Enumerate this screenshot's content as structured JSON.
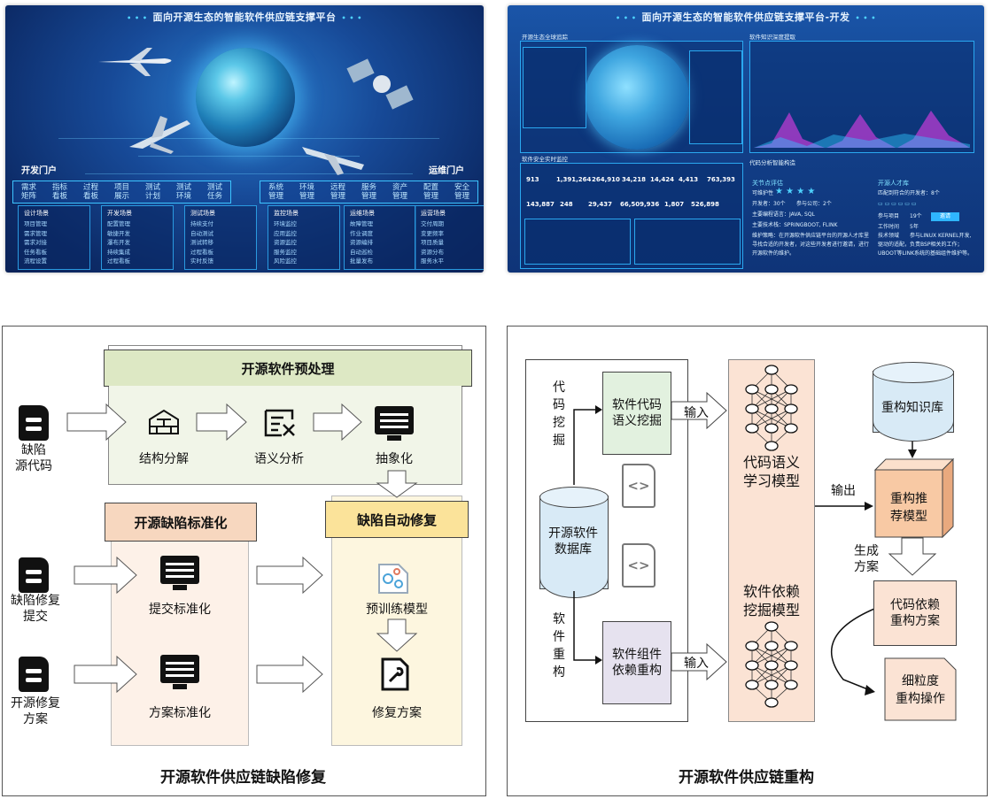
{
  "dash_left": {
    "title": "面向开源生态的智能软件供应链支撑平台",
    "dev_portal": "开发门户",
    "ops_portal": "运维门户",
    "dev_nav": [
      "需求矩阵",
      "指标看板",
      "过程看板",
      "项目展示",
      "测试计划",
      "测试环境",
      "测试任务"
    ],
    "ops_nav": [
      "系统管理",
      "环境管理",
      "远程管理",
      "服务管理",
      "资产管理",
      "配置管理",
      "安全管理"
    ],
    "scenes": [
      {
        "title": "设计场景",
        "items": [
          "项目管理",
          "需求管理",
          "需求对接",
          "任务看板",
          "流程设置"
        ]
      },
      {
        "title": "开发场景",
        "items": [
          "配置管理",
          "敏捷开发",
          "瀑布开发",
          "持续集成",
          "过程看板"
        ]
      },
      {
        "title": "测试场景",
        "items": [
          "持续支付",
          "自动测试",
          "测试转移",
          "过程看板",
          "实时反馈"
        ]
      },
      {
        "title": "监控场景",
        "items": [
          "环境监控",
          "应用监控",
          "资源监控",
          "服务监控",
          "风险监控"
        ]
      },
      {
        "title": "运维场景",
        "items": [
          "故障管理",
          "作业调度",
          "资源编排",
          "自动巡检",
          "批量发布"
        ]
      },
      {
        "title": "运营场景",
        "items": [
          "交付周期",
          "变更频率",
          "项目质量",
          "资源分布",
          "服务水平"
        ]
      }
    ]
  },
  "dash_right": {
    "title": "面向开源生态的智能软件供应链支撑平台-开发",
    "panel_globe": "开源生态全球追踪",
    "panel_graph": "软件知识深度提取",
    "panel_security": "软件安全实时监控",
    "panel_code": "代码分析智能构造",
    "stats_row1": [
      "913",
      "1,391,264",
      "264,910",
      "34,218",
      "14,424",
      "4,413",
      "763,393"
    ],
    "stats_row2": [
      "143,887",
      "248",
      "29,437",
      "66,509,936",
      "1,807",
      "526,898"
    ],
    "key_eval": "关节点评估",
    "eval_lines": [
      "可维护性",
      "开发者：30个",
      "参与公司：2个",
      "主要编程语言：JAVA, SQL",
      "主要技术栈：SPRINGBOOT, FLINK",
      "维护策略：在开源软件供应链平台的开源人才库里",
      "寻找合适的开发者，对这些开发者进行邀请，进行",
      "开源软件的维护。"
    ],
    "talent": "开源人才库",
    "talent_lines": [
      "匹配到符合的开发者：8个",
      "参与项目　　19个",
      "工作时间　　5年",
      "技术领域　　参与LINUX KERNEL开发,",
      "驱动的适配，负责BSP相关的工作；",
      "UBOOT等LINK系统的基础组件维护等。"
    ],
    "invite": "邀请"
  },
  "repair": {
    "caption": "开源软件供应链缺陷修复",
    "preprocess": "开源软件预处理",
    "standardize": "开源缺陷标准化",
    "autofix": "缺陷自动修复",
    "inputs": [
      "缺陷\n源代码",
      "缺陷修复\n提交",
      "开源修复\n方案"
    ],
    "steps": [
      "结构分解",
      "语义分析",
      "抽象化"
    ],
    "std_items": [
      "提交标准化",
      "方案标准化"
    ],
    "fix_items": [
      "预训练模型",
      "修复方案"
    ],
    "colors": {
      "preprocess": "#dde8c4",
      "standardize": "#f7d7bf",
      "autofix": "#fbe39a",
      "pre_bg": "#f1f5e8",
      "std_bg": "#fdf1e8",
      "fix_bg": "#fdf6df"
    }
  },
  "refactor": {
    "caption": "开源软件供应链重构",
    "code_mining": "代码挖掘",
    "sw_refactor": "软件重构",
    "semantic_box": "软件代码\n语义挖掘",
    "dep_box": "软件组件\n依赖重构",
    "database": "开源软件\n数据库",
    "input1": "输入",
    "input2": "输入",
    "model1": "代码语义\n学习模型",
    "model2": "软件依赖\n挖掘模型",
    "output": "输出",
    "kb": "重构知识库",
    "recommend": "重构推\n荐模型",
    "generate": "生成\n方案",
    "plan": "代码依赖\n重构方案",
    "fine": "细粒度\n重构操作",
    "colors": {
      "semantic": "#e2f1df",
      "dep": "#e6e2ef",
      "models": "#fbe3d4",
      "recommend": "#f8c9a4",
      "kb": "#d8eaf6"
    }
  }
}
